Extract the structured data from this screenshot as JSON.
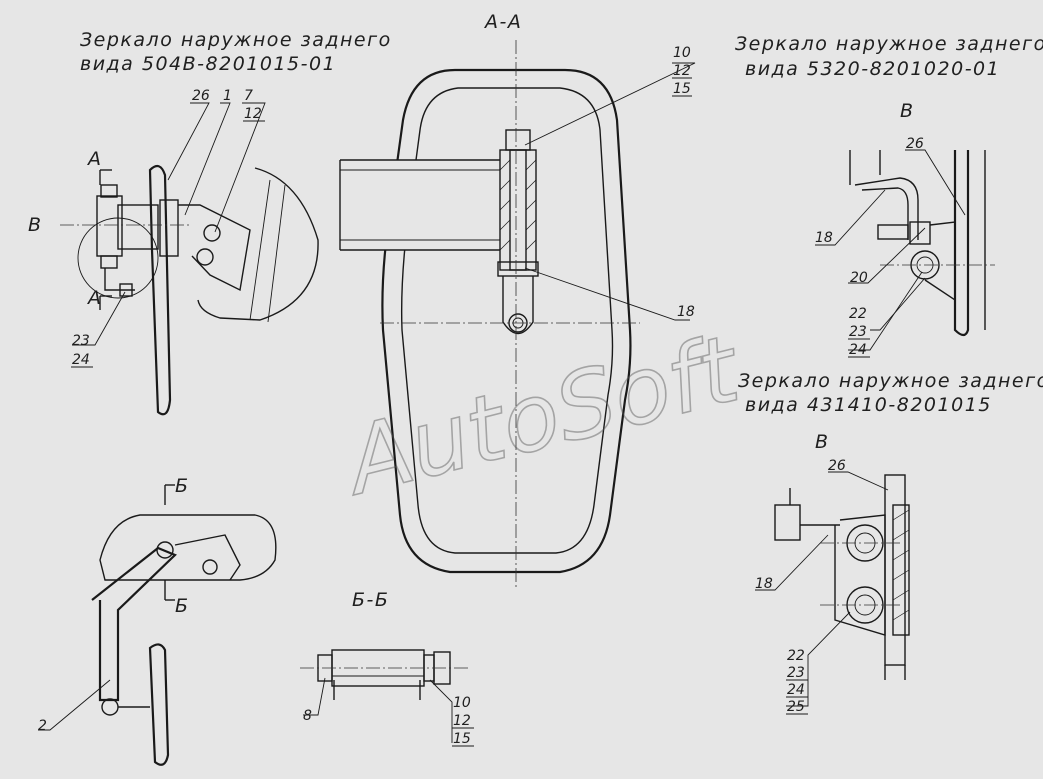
{
  "titles": {
    "left_1": "Зеркало наружное заднего",
    "left_2": "вида 504В-8201015-01",
    "right1_1": "Зеркало наружное заднего",
    "right1_2": "вида 5320-8201020-01",
    "right2_1": "Зеркало наружное заднего",
    "right2_2": "вида 431410-8201015"
  },
  "sections": {
    "aa": "А-А",
    "bb": "Б-Б",
    "v1": "В",
    "v2": "В",
    "v_left": "В",
    "a_top": "А",
    "a_bottom": "А",
    "b_top": "Б",
    "b_bottom": "Б"
  },
  "watermark": "AutoSoft",
  "callouts": {
    "p26a": "26",
    "p1": "1",
    "p7": "7",
    "p12a": "12",
    "p23a": "23",
    "p24a": "24",
    "p10a": "10",
    "p12b": "12",
    "p15a": "15",
    "p18a": "18",
    "p26b": "26",
    "p18b": "18",
    "p20": "20",
    "p22a": "22",
    "p23b": "23",
    "p24b": "24",
    "p26c": "26",
    "p18c": "18",
    "p22b": "22",
    "p23c": "23",
    "p24c": "24",
    "p25": "25",
    "p2": "2",
    "p8": "8",
    "p10b": "10",
    "p12c": "12",
    "p15b": "15"
  }
}
